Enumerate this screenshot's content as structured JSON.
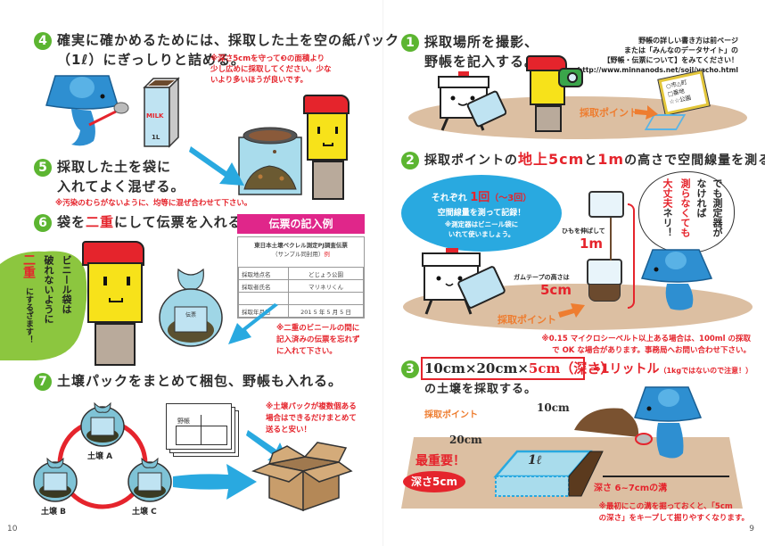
{
  "left_page": {
    "page_number": "10",
    "step4": {
      "number": "4",
      "title_line1": "確実に確かめるためには、採取した土を空の紙パック",
      "title_line2": "（1ℓ）にぎっしりと詰める。",
      "note_lines": [
        "※深さ5cmを守って❸の面積より",
        "少し広めに採取してください。少な",
        "いより多いほうが良いです。"
      ],
      "milk_label": "MILK",
      "milk_volume": "1L"
    },
    "step5": {
      "number": "5",
      "title_line1": "採取した土を袋に",
      "title_line2": "入れてよく混ぜる。",
      "note": "※汚染のむらがないように、均等に混ぜ合わせて下さい。"
    },
    "step6": {
      "number": "6",
      "title_pre": "袋を",
      "title_red": "二重",
      "title_post": "にして伝票を入れる。",
      "bubble_col1": "ビニール袋は",
      "bubble_col2": "破れないように",
      "bubble_red": "二重",
      "bubble_col3": "にするざます！",
      "bag_label": "伝票",
      "slip": {
        "header": "伝票の記入例",
        "title_line1": "東日本土壌ベクレル測定PJ調査伝票",
        "title_line2": "（サンプル同封用）",
        "example_mark": "例",
        "rows": [
          {
            "label": "採取地点名",
            "value": "どじょう公園"
          },
          {
            "label": "採取者氏名",
            "value": "マリネリくん"
          },
          {
            "label": "",
            "value": ""
          },
          {
            "label": "採取年月日",
            "value": "201 5 年 5 月 5 日"
          }
        ]
      },
      "note_lines": [
        "※二重のビニールの間に",
        "記入済みの伝票を忘れず",
        "に入れて下さい。"
      ]
    },
    "step7": {
      "number": "7",
      "title": "土壌パックをまとめて梱包、野帳も入れる。",
      "bags": [
        "土壌 A",
        "土壌 B",
        "土壌 C"
      ],
      "notebook_label": "野帳",
      "note_lines": [
        "※土壌パックが複数個ある",
        "場合はできるだけまとめて",
        "送ると安い！"
      ]
    }
  },
  "right_page": {
    "page_number": "9",
    "step1": {
      "number": "1",
      "title_line1": "採取場所を撮影、",
      "title_line2": "野帳を記入する。",
      "info_lines": [
        "野帳の詳しい書き方は前ページ",
        "または「みんなのデータサイト」の",
        "【野帳・伝票について】をみてください！",
        "http://www.minnanods.net/soil/yacho.html"
      ],
      "point_label": "採取ポイント",
      "clipboard_lines": [
        "○市△町",
        "□番地",
        "☆☆公園"
      ]
    },
    "step2": {
      "number": "2",
      "title_pre": "採取ポイントの",
      "title_red1": "地上5cm",
      "title_mid": "と",
      "title_red2": "1m",
      "title_post": "の高さで空間線量を測る。",
      "bubble_line1_pre": "それぞれ",
      "bubble_line1_red": "1回",
      "bubble_line1_post": "（〜3回）",
      "bubble_line2": "空間線量を測って記録！",
      "bubble_line3": "※測定器はビニール袋に",
      "bubble_line4": "いれて使いましょう。",
      "string_label": "ひもを伸ばして",
      "height_1m": "1m",
      "tape_label": "ガムテープの高さは",
      "height_5cm": "5cm",
      "point_label": "採取ポイント",
      "speech_cols": [
        "でも測定器が",
        "なければ",
        "測らなくても",
        "大丈夫ネリ！"
      ],
      "note_lines": [
        "※0.15 マイクロシーベルト以上ある場合は、100ml の採取",
        "で OK な場合があります。事務局へお問い合わせ下さい。"
      ]
    },
    "step3": {
      "number": "3",
      "formula_black": "10cm×20cm×",
      "formula_red": "5cm（深さ）",
      "result_red": "⇒1リットル",
      "result_small": "（1kgではないので注意！）",
      "title_line2": "の土壌を採取する。",
      "point_label": "採取ポイント",
      "dim_10": "10cm",
      "dim_20": "20cm",
      "volume": "1ℓ",
      "important": "最重要！",
      "depth_badge": "深さ5cm",
      "trench_label": "深さ 6~7cmの溝",
      "note_lines": [
        "※最初にこの溝を掘っておくと、「5cm",
        "の深さ」をキープして掘りやすくなります。"
      ]
    }
  },
  "colors": {
    "badge_green": "#5cb531",
    "accent_red": "#e5242c",
    "magenta": "#e0268a",
    "sky_blue": "#29a9e0",
    "orange": "#ee7d30",
    "ground": "#dcbfa2",
    "bubble_green": "#8cc63f"
  }
}
